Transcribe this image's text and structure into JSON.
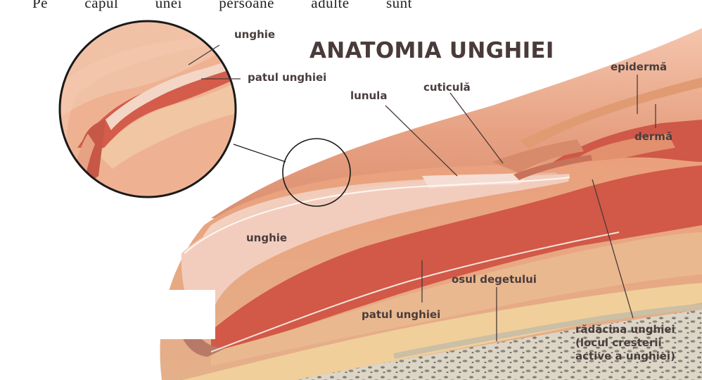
{
  "header_text": "Pe capul unei persoane adulte sunt",
  "title": "ANATOMIA UNGHIEI",
  "labels": {
    "zoom_unghie": "unghie",
    "zoom_patul": "patul unghiei",
    "lunula": "lunula",
    "cuticula": "cuticulă",
    "epiderma": "epidermă",
    "derma": "dermă",
    "unghie": "unghie",
    "osul": "osul degetului",
    "patul": "patul unghiei",
    "radacina": "rădăcina unghiei\n(locul creșterii\nactive a unghiei)"
  },
  "colors": {
    "skin": "#e6a286",
    "skin_light": "#f0bea3",
    "nail_plate": "#f1c9b8",
    "nail_bed": "#d35a4a",
    "dermis": "#e89a78",
    "fat": "#eec9a0",
    "bone": "#d8d0c2",
    "bone_spots": "#7c7a70",
    "leader": "#4a3a3a"
  }
}
